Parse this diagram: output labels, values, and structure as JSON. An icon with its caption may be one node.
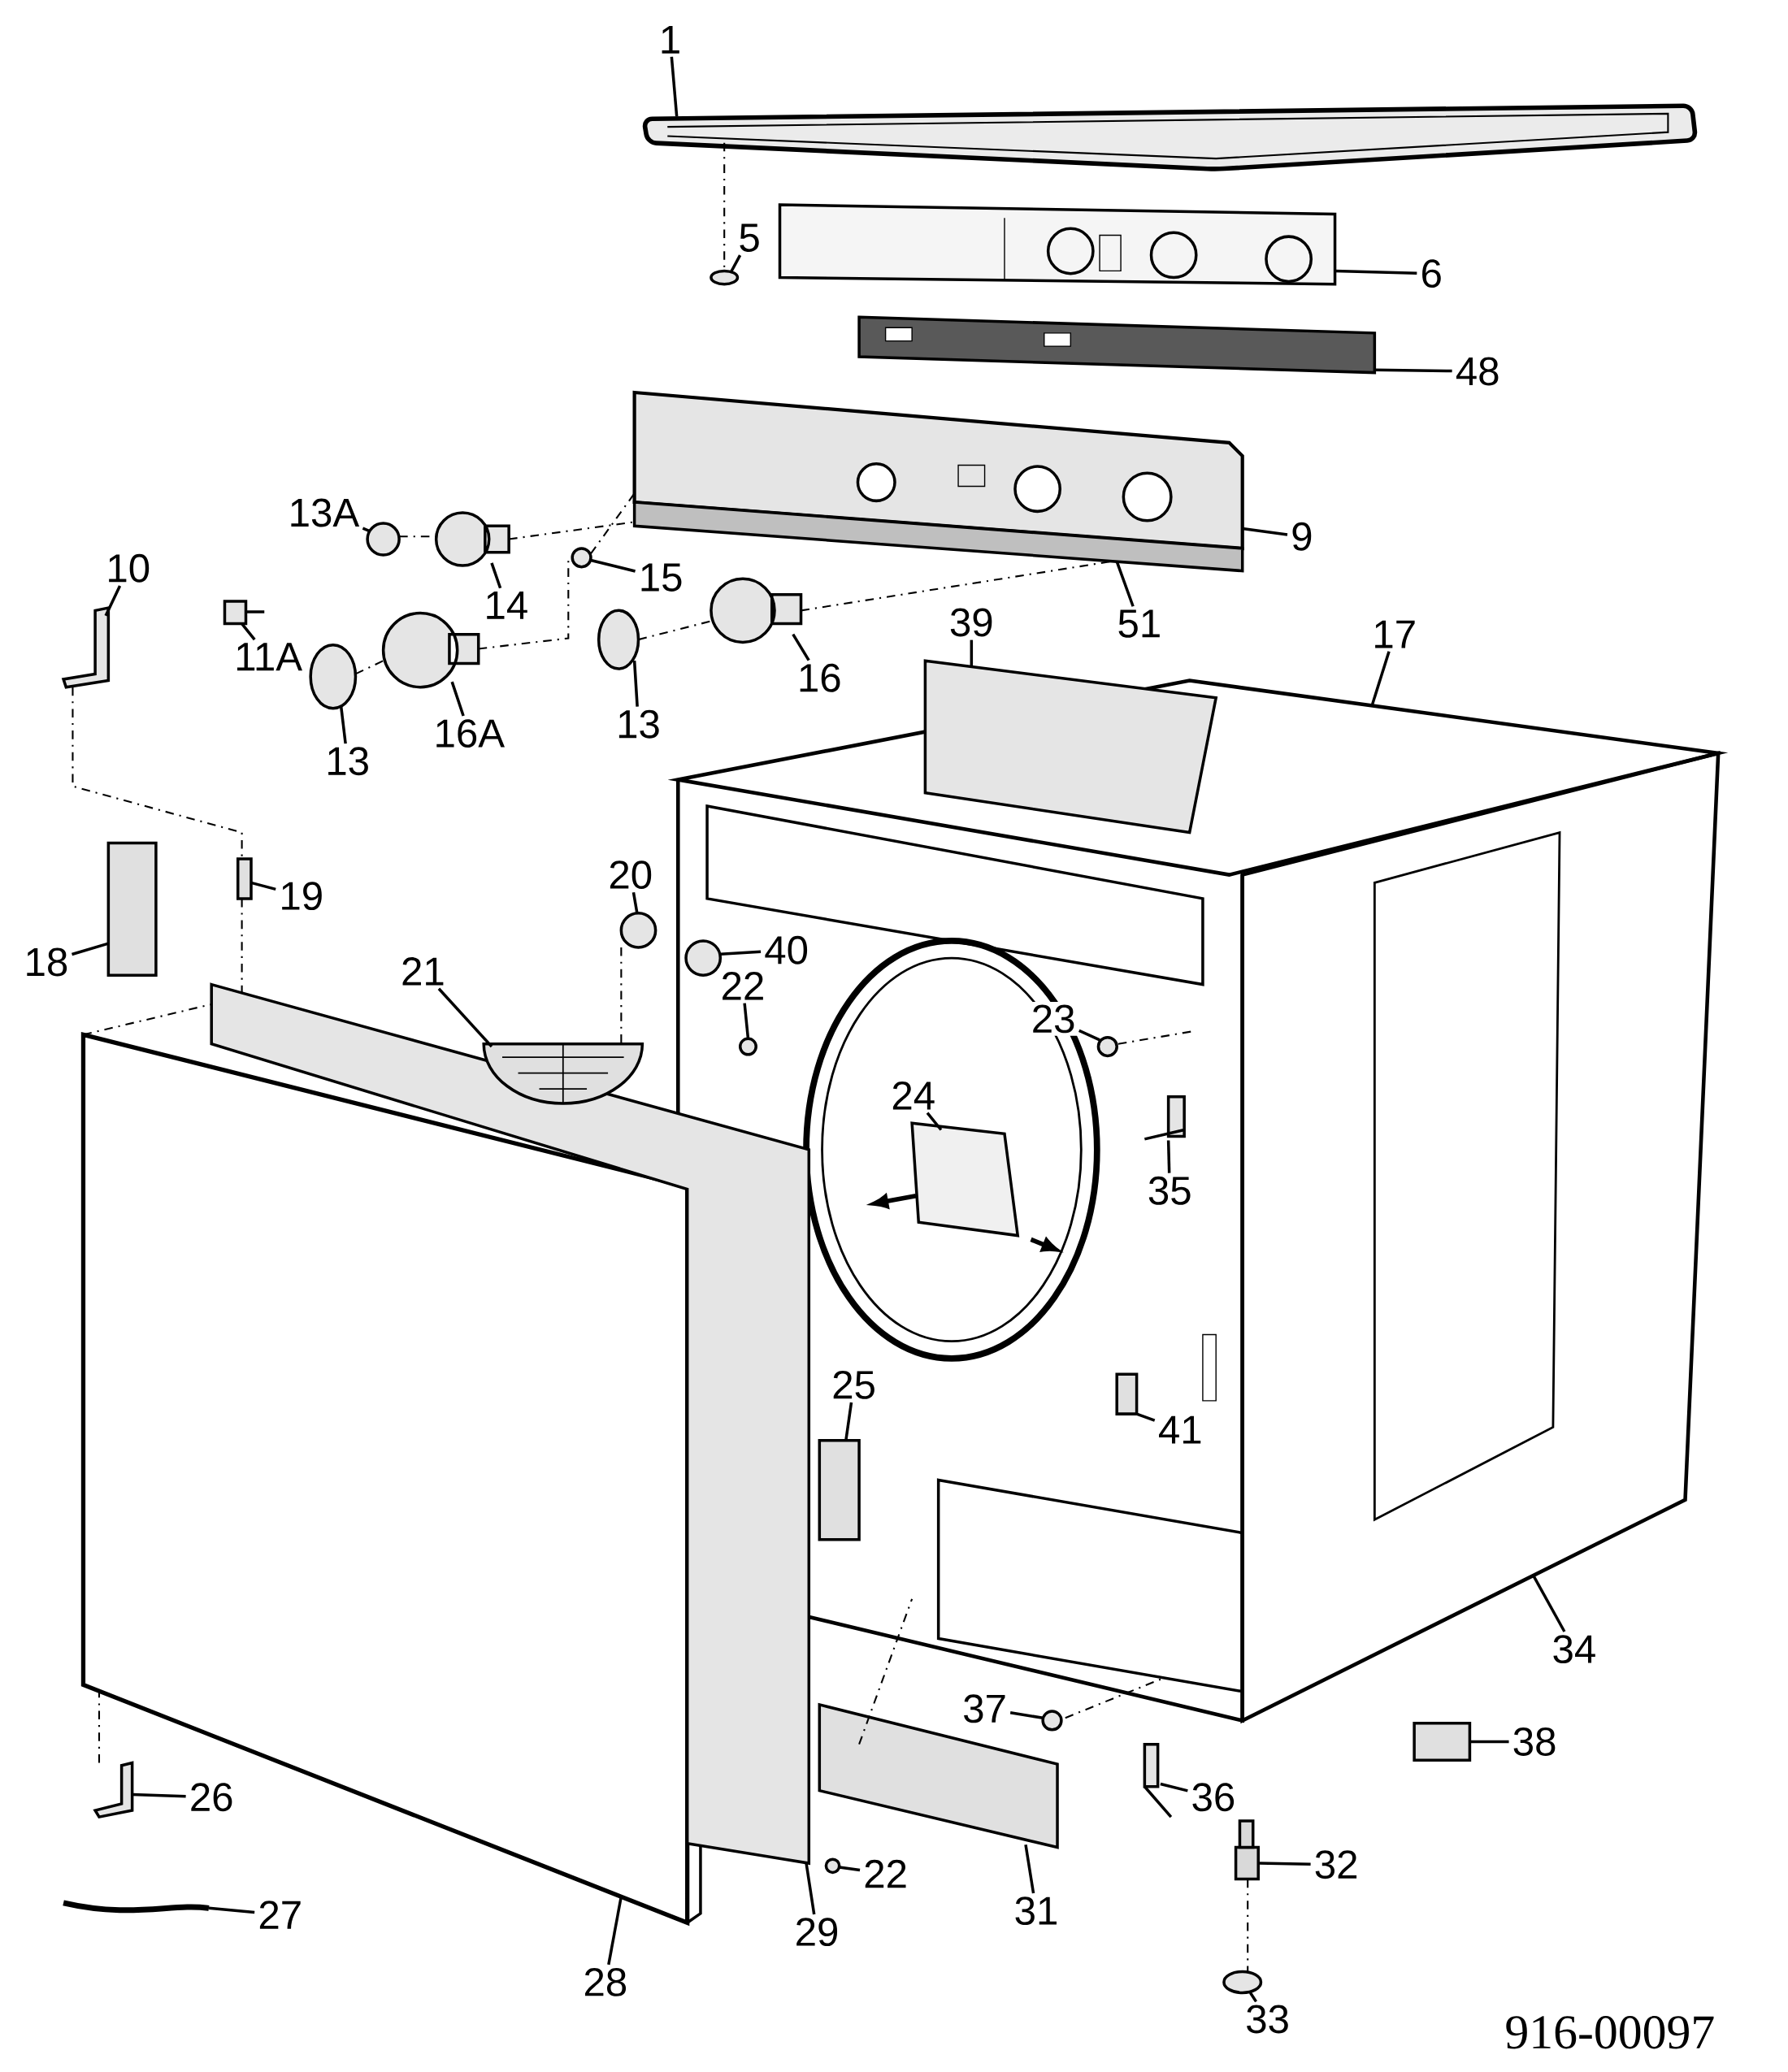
{
  "diagram": {
    "nodes": [
      {
        "text": [
          "1"
        ]
      },
      {
        "text": [
          "5"
        ]
      },
      {
        "text": [
          "6"
        ]
      },
      {
        "text": [
          "48"
        ]
      },
      {
        "text": [
          "9"
        ]
      },
      {
        "text": [
          "13A"
        ]
      },
      {
        "text": [
          "15"
        ]
      },
      {
        "text": [
          "14"
        ]
      },
      {
        "text": [
          "10"
        ]
      },
      {
        "text": [
          "51"
        ]
      },
      {
        "text": [
          "39"
        ]
      },
      {
        "text": [
          "17"
        ]
      },
      {
        "text": [
          "11A"
        ]
      },
      {
        "text": [
          "16"
        ]
      },
      {
        "text": [
          "13"
        ]
      },
      {
        "text": [
          "16A"
        ]
      },
      {
        "text": [
          "13"
        ]
      },
      {
        "text": [
          "20"
        ]
      },
      {
        "text": [
          "19"
        ]
      },
      {
        "text": [
          "40"
        ]
      },
      {
        "text": [
          "18"
        ]
      },
      {
        "text": [
          "21"
        ]
      },
      {
        "text": [
          "22"
        ]
      },
      {
        "text": [
          "23"
        ]
      },
      {
        "text": [
          "24"
        ]
      },
      {
        "text": [
          "35"
        ]
      },
      {
        "text": [
          "25"
        ]
      },
      {
        "text": [
          "41"
        ]
      },
      {
        "text": [
          "34"
        ]
      },
      {
        "text": [
          "37"
        ]
      },
      {
        "text": [
          "38"
        ]
      },
      {
        "text": [
          "26"
        ]
      },
      {
        "text": [
          "36"
        ]
      },
      {
        "text": [
          "32"
        ]
      },
      {
        "text": [
          "22"
        ]
      },
      {
        "text": [
          "27"
        ]
      },
      {
        "text": [
          "31"
        ]
      },
      {
        "text": [
          "29"
        ]
      },
      {
        "text": [
          "28"
        ]
      },
      {
        "text": [
          "33"
        ]
      },
      {
        "text": [],
        "shape": "picture"
      },
      {
        "text": [],
        "shape": "circle"
      },
      {
        "text": [],
        "shape": "picture"
      },
      {
        "text": [],
        "shape": "picture"
      },
      {
        "text": [],
        "shape": "picture"
      },
      {
        "text": [],
        "shape": "circle"
      },
      {
        "text": [],
        "shape": "circle"
      },
      {
        "text": [],
        "shape": "picture"
      },
      {
        "text": [],
        "shape": "picture"
      },
      {
        "text": [],
        "shape": "bar"
      },
      {
        "text": [],
        "shape": "picture"
      },
      {
        "text": [],
        "shape": "picture"
      },
      {
        "text": [],
        "shape": "picture"
      },
      {
        "text": [],
        "shape": "picture"
      },
      {
        "text": [],
        "shape": "circle"
      },
      {
        "text": [],
        "shape": "picture"
      },
      {
        "text": [],
        "shape": "circle"
      },
      {
        "text": [],
        "shape": "circle"
      },
      {
        "text": [],
        "shape": "box"
      },
      {
        "text": [],
        "shape": "circle"
      },
      {
        "text": [],
        "shape": "box"
      },
      {
        "text": [],
        "shape": "picture"
      },
      {
        "text": [],
        "shape": "circle"
      },
      {
        "text": [],
        "shape": "circle"
      },
      {
        "text": [],
        "shape": "picture"
      },
      {
        "text": [],
        "shape": "picture"
      },
      {
        "text": [],
        "shape": "box"
      },
      {
        "text": [],
        "shape": "box"
      },
      {
        "text": [],
        "shape": "picture"
      },
      {
        "text": [],
        "shape": "circle"
      },
      {
        "text": [],
        "shape": "box"
      },
      {
        "text": [],
        "shape": "picture"
      },
      {
        "text": [],
        "shape": "picture"
      },
      {
        "text": [],
        "shape": "picture"
      },
      {
        "text": [],
        "shape": "circle"
      },
      {
        "text": [],
        "shape": "picture"
      },
      {
        "text": [],
        "shape": "picture"
      },
      {
        "text": [],
        "shape": "picture"
      },
      {
        "text": [],
        "shape": "picture"
      },
      {
        "text": [],
        "shape": "circle"
      }
    ],
    "edges": [
      {
        "from": 0,
        "to": 40,
        "arrow": "none"
      },
      {
        "from": 1,
        "to": 41,
        "arrow": "none"
      },
      {
        "from": 2,
        "to": 42,
        "arrow": "none"
      },
      {
        "from": 3,
        "to": 43,
        "arrow": "none"
      },
      {
        "from": 4,
        "to": 44,
        "arrow": "none"
      },
      {
        "from": 5,
        "to": 45,
        "arrow": "none"
      },
      {
        "from": 6,
        "to": 46,
        "arrow": "none"
      },
      {
        "from": 7,
        "to": 47,
        "arrow": "none"
      },
      {
        "from": 8,
        "to": 48,
        "arrow": "none"
      },
      {
        "from": 9,
        "to": 49,
        "arrow": "none"
      },
      {
        "from": 10,
        "to": 50,
        "arrow": "none"
      },
      {
        "from": 11,
        "to": 51,
        "arrow": "none"
      },
      {
        "from": 12,
        "to": 52,
        "arrow": "none"
      },
      {
        "from": 13,
        "to": 53,
        "arrow": "none"
      },
      {
        "from": 14,
        "to": 54,
        "arrow": "none"
      },
      {
        "from": 15,
        "to": 55,
        "arrow": "none"
      },
      {
        "from": 16,
        "to": 56,
        "arrow": "none"
      },
      {
        "from": 17,
        "to": 57,
        "arrow": "none"
      },
      {
        "from": 18,
        "to": 58,
        "arrow": "none"
      },
      {
        "from": 19,
        "to": 59,
        "arrow": "none"
      },
      {
        "from": 20,
        "to": 60,
        "arrow": "none"
      },
      {
        "from": 21,
        "to": 61,
        "arrow": "none"
      },
      {
        "from": 22,
        "to": 62,
        "arrow": "none"
      },
      {
        "from": 23,
        "to": 63,
        "arrow": "none"
      },
      {
        "from": 24,
        "to": 64,
        "arrow": "none"
      },
      {
        "from": 25,
        "to": 65,
        "arrow": "none"
      },
      {
        "from": 26,
        "to": 66,
        "arrow": "none"
      },
      {
        "from": 27,
        "to": 67,
        "arrow": "none"
      },
      {
        "from": 28,
        "to": 68,
        "arrow": "none"
      },
      {
        "from": 29,
        "to": 69,
        "arrow": "none"
      },
      {
        "from": 30,
        "to": 70,
        "arrow": "none"
      },
      {
        "from": 31,
        "to": 71,
        "arrow": "none"
      },
      {
        "from": 32,
        "to": 72,
        "arrow": "none"
      },
      {
        "from": 33,
        "to": 73,
        "arrow": "none"
      },
      {
        "from": 34,
        "to": 74,
        "arrow": "none"
      },
      {
        "from": 35,
        "to": 75,
        "arrow": "none"
      },
      {
        "from": 36,
        "to": 76,
        "arrow": "none"
      },
      {
        "from": 37,
        "to": 77,
        "arrow": "none"
      },
      {
        "from": 38,
        "to": 78,
        "arrow": "none"
      },
      {
        "from": 39,
        "to": 79,
        "arrow": "none"
      },
      {
        "from": 40,
        "to": 41,
        "arrow": "none",
        "style": "dashed"
      },
      {
        "from": 45,
        "to": 47,
        "arrow": "none",
        "style": "dashed"
      },
      {
        "from": 47,
        "to": 44,
        "arrow": "none",
        "style": "dashed"
      },
      {
        "from": 56,
        "to": 55,
        "arrow": "none",
        "style": "dashed"
      },
      {
        "from": 55,
        "to": 46,
        "arrow": "none",
        "style": "dashed"
      },
      {
        "from": 46,
        "to": 44,
        "arrow": "none",
        "style": "dashed"
      },
      {
        "from": 54,
        "to": 53,
        "arrow": "none",
        "style": "dashed"
      },
      {
        "from": 53,
        "to": 49,
        "arrow": "none",
        "style": "dashed"
      },
      {
        "from": 48,
        "to": 58,
        "arrow": "none",
        "style": "dashed"
      },
      {
        "from": 58,
        "to": 77,
        "arrow": "none",
        "style": "dashed"
      },
      {
        "from": 78,
        "to": 77,
        "arrow": "none",
        "style": "dashed"
      },
      {
        "from": 57,
        "to": 61,
        "arrow": "none",
        "style": "dashed"
      },
      {
        "from": 63,
        "to": null,
        "arrow": "none",
        "style": "dashed"
      },
      {
        "from": 69,
        "to": null,
        "arrow": "none",
        "style": "dashed"
      },
      {
        "from": 76,
        "to": null,
        "arrow": "none",
        "style": "dashed"
      },
      {
        "from": 71,
        "to": 78,
        "arrow": "none",
        "style": "dashed"
      },
      {
        "from": 73,
        "to": 79,
        "arrow": "none",
        "style": "dashed"
      }
    ],
    "labels": [
      "916-00097"
    ]
  }
}
